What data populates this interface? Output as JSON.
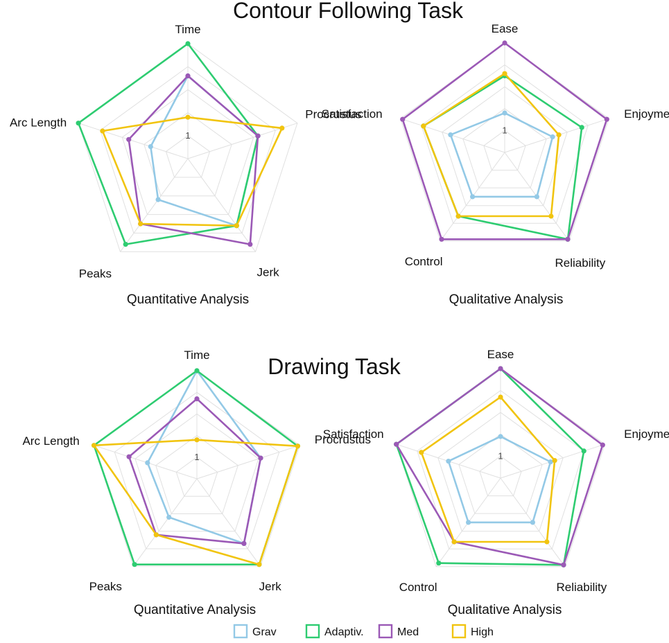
{
  "sections": [
    {
      "title": "Contour Following Task"
    },
    {
      "title": "Drawing Task"
    }
  ],
  "legend": [
    {
      "name": "Grav",
      "color": "#93c9e6"
    },
    {
      "name": "Adaptiv.",
      "color": "#2ecc71"
    },
    {
      "name": "Med",
      "color": "#9b59b6"
    },
    {
      "name": "High",
      "color": "#f1c40f"
    }
  ],
  "chart_data": [
    {
      "type": "radar",
      "section": "Contour Following Task",
      "xlabel": "Quantitative Analysis",
      "axes": [
        "Time",
        "Procrustus",
        "Jerk",
        "Peaks",
        "Arc Length"
      ],
      "tick_labels": [
        "1"
      ],
      "rmax": 5,
      "grid": true,
      "series": [
        {
          "name": "Grav",
          "color": "#93c9e6",
          "values": [
            3.6,
            3.2,
            3.6,
            2.2,
            1.7
          ]
        },
        {
          "name": "Adaptiv.",
          "color": "#2ecc71",
          "values": [
            5.0,
            3.2,
            3.6,
            4.6,
            5.0
          ]
        },
        {
          "name": "Med",
          "color": "#9b59b6",
          "values": [
            3.6,
            3.2,
            4.6,
            3.5,
            2.7
          ]
        },
        {
          "name": "High",
          "color": "#f1c40f",
          "values": [
            1.8,
            4.3,
            3.6,
            3.5,
            3.9
          ]
        }
      ]
    },
    {
      "type": "radar",
      "section": "Contour Following Task",
      "xlabel": "Qualitative Analysis",
      "axes": [
        "Ease",
        "Enjoyment",
        "Reliability",
        "Control",
        "Satisfaction"
      ],
      "tick_labels": [
        "1"
      ],
      "rmax": 5,
      "grid": true,
      "series": [
        {
          "name": "Grav",
          "color": "#93c9e6",
          "values": [
            1.8,
            2.3,
            2.5,
            2.5,
            2.6
          ]
        },
        {
          "name": "Adaptiv.",
          "color": "#2ecc71",
          "values": [
            3.5,
            3.7,
            4.9,
            3.6,
            3.9
          ]
        },
        {
          "name": "Med",
          "color": "#9b59b6",
          "values": [
            5.0,
            4.9,
            4.9,
            4.9,
            4.9
          ]
        },
        {
          "name": "High",
          "color": "#f1c40f",
          "values": [
            3.6,
            2.6,
            3.6,
            3.6,
            3.9
          ]
        }
      ]
    },
    {
      "type": "radar",
      "section": "Drawing Task",
      "xlabel": "Quantitative Analysis",
      "axes": [
        "Time",
        "Procrustus",
        "Jerk",
        "Peaks",
        "Arc Length"
      ],
      "tick_labels": [
        "1"
      ],
      "rmax": 5,
      "grid": true,
      "series": [
        {
          "name": "Grav",
          "color": "#93c9e6",
          "values": [
            5.0,
            3.1,
            3.7,
            2.2,
            2.4
          ]
        },
        {
          "name": "Adaptiv.",
          "color": "#2ecc71",
          "values": [
            5.0,
            4.9,
            4.9,
            4.9,
            5.0
          ]
        },
        {
          "name": "Med",
          "color": "#9b59b6",
          "values": [
            3.7,
            3.1,
            3.7,
            3.2,
            3.3
          ]
        },
        {
          "name": "High",
          "color": "#f1c40f",
          "values": [
            1.8,
            4.9,
            4.9,
            3.2,
            5.0
          ]
        }
      ]
    },
    {
      "type": "radar",
      "section": "Drawing Task",
      "xlabel": "Qualitative Analysis",
      "axes": [
        "Ease",
        "Enjoyment",
        "Reliability",
        "Control",
        "Satisfaction"
      ],
      "tick_labels": [
        "1"
      ],
      "rmax": 5,
      "grid": true,
      "series": [
        {
          "name": "Grav",
          "color": "#93c9e6",
          "values": [
            1.9,
            2.4,
            2.5,
            2.5,
            2.5
          ]
        },
        {
          "name": "Adaptiv.",
          "color": "#2ecc71",
          "values": [
            5.0,
            4.0,
            4.9,
            4.8,
            5.0
          ]
        },
        {
          "name": "Med",
          "color": "#9b59b6",
          "values": [
            5.0,
            4.9,
            4.9,
            3.6,
            5.0
          ]
        },
        {
          "name": "High",
          "color": "#f1c40f",
          "values": [
            3.7,
            2.6,
            3.6,
            3.6,
            3.8
          ]
        }
      ]
    }
  ]
}
